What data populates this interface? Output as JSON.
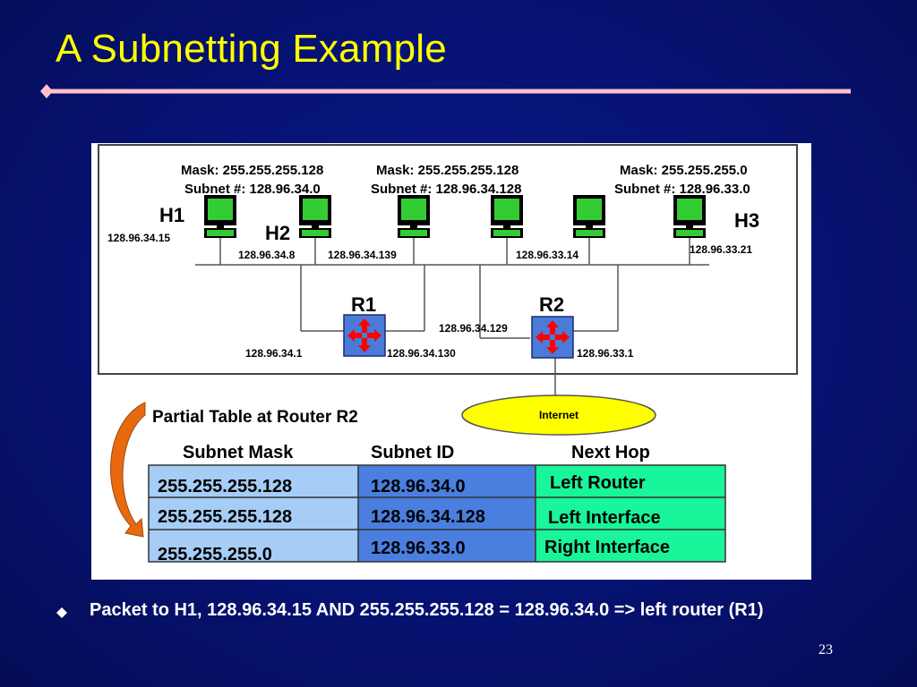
{
  "slide": {
    "title": "A Subnetting Example",
    "bullet": "Packet to H1, 128.96.34.15 AND 255.255.255.128 = 128.96.34.0 => left router (R1)",
    "page_number": "23"
  },
  "colors": {
    "background": "#061272",
    "title": "#ffff00",
    "rule": "#ffc0cb",
    "host_screen": "#33cc33",
    "router": "#4a7bd6",
    "router_arrows": "#ff0000",
    "internet_cloud": "#ffff00",
    "arrow": "#e86a10",
    "col_mask": "#a6cdf6",
    "col_id": "#4a7fe0",
    "col_hop": "#19f59a"
  },
  "diagram": {
    "subnets": [
      {
        "mask": "Mask: 255.255.255.128",
        "subnet": "Subnet #: 128.96.34.0"
      },
      {
        "mask": "Mask: 255.255.255.128",
        "subnet": "Subnet #: 128.96.34.128"
      },
      {
        "mask": "Mask: 255.255.255.0",
        "subnet": "Subnet #: 128.96.33.0"
      }
    ],
    "hosts": {
      "h1_label": "H1",
      "h1_ip": "128.96.34.15",
      "h2_label": "H2",
      "h2_ip": "128.96.34.8",
      "h3_label": "H3",
      "h3_ip": "128.96.33.21",
      "ip_34_139": "128.96.34.139",
      "ip_33_14": "128.96.33.14"
    },
    "routers": {
      "r1_label": "R1",
      "r1_left_ip": "128.96.34.1",
      "r1_right_ip": "128.96.34.130",
      "r2_label": "R2",
      "r2_top_ip": "128.96.34.129",
      "r2_right_ip": "128.96.33.1"
    },
    "internet_label": "Internet",
    "table": {
      "caption": "Partial Table at Router R2",
      "headers": [
        "Subnet Mask",
        "Subnet ID",
        "Next Hop"
      ],
      "rows": [
        [
          "255.255.255.128",
          "128.96.34.0",
          "Left Router"
        ],
        [
          "255.255.255.128",
          "128.96.34.128",
          "Left Interface"
        ],
        [
          "255.255.255.0",
          "128.96.33.0",
          "Right Interface"
        ]
      ]
    },
    "icons": [
      "computer-icon",
      "router-icon",
      "internet-cloud-icon",
      "curved-arrow-icon",
      "diamond-bullet-icon"
    ]
  }
}
